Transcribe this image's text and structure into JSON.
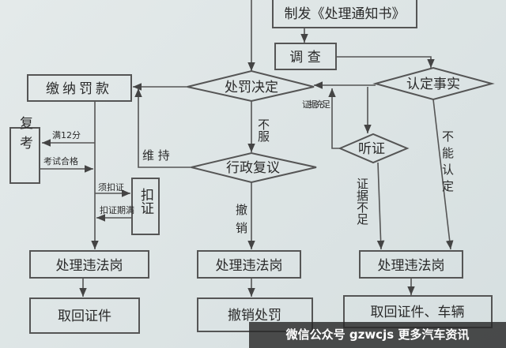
{
  "nodes": {
    "notice": "制发《处理通知书》",
    "investigate": "调 查",
    "confirm_facts": "认定事实",
    "penalty_decision": "处罚决定",
    "pay_fine": "缴纳罚款",
    "retest": "复考",
    "suspend_license": "扣证",
    "admin_review": "行政复议",
    "hearing": "听证",
    "office_left": "处理违法岗",
    "office_mid": "处理违法岗",
    "office_right": "处理违法岗",
    "retrieve_license": "取回证件",
    "revoke_penalty": "撤销处罚",
    "retrieve_license_vehicle": "取回证件、车辆"
  },
  "edges": {
    "full_12": "满12分",
    "passed_exam": "考试合格",
    "must_suspend": "须扣证",
    "suspension_expired": "扣证期满",
    "uphold": "维 持",
    "disagree": "不服",
    "revoke": "撤销",
    "evidence_sufficient": "证据充足",
    "evidence_insufficient": "证据不足",
    "cannot_confirm": "不能认定"
  },
  "watermark": "微信公众号 gzwcjs 更多汽车资讯"
}
